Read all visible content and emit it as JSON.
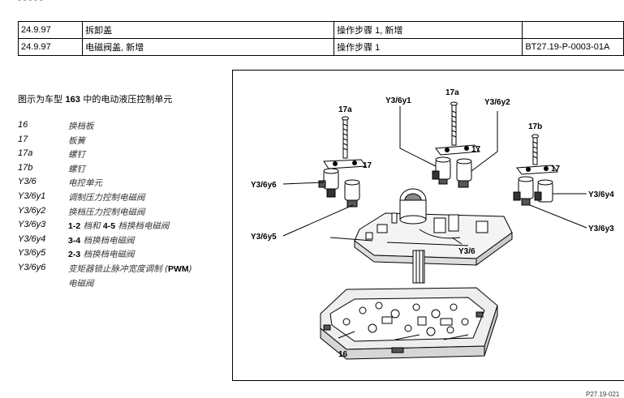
{
  "revisions": [
    {
      "date": "24.9.97",
      "item": "拆卸盖",
      "action": "操作步骤 1, 新增",
      "ref": ""
    },
    {
      "date": "24.9.97",
      "item": "电磁阀盖, 新增",
      "action": "操作步骤 1",
      "ref": "BT27.19-P-0003-01A"
    }
  ],
  "caption": {
    "prefix": "图示为车型 ",
    "model": "163",
    "suffix": " 中的电动液压控制单元"
  },
  "legend": [
    {
      "code": "16",
      "pre": "",
      "bold": "",
      "mid": "",
      "bold2": "",
      "post": "换档板"
    },
    {
      "code": "17",
      "pre": "",
      "bold": "",
      "mid": "",
      "bold2": "",
      "post": "板簧"
    },
    {
      "code": "17a",
      "pre": "",
      "bold": "",
      "mid": "",
      "bold2": "",
      "post": "螺钉"
    },
    {
      "code": "17b",
      "pre": "",
      "bold": "",
      "mid": "",
      "bold2": "",
      "post": "螺钉"
    },
    {
      "code": "Y3/6",
      "pre": "",
      "bold": "",
      "mid": "",
      "bold2": "",
      "post": "电控单元"
    },
    {
      "code": "Y3/6y1",
      "pre": "",
      "bold": "",
      "mid": "",
      "bold2": "",
      "post": "调制压力控制电磁阀"
    },
    {
      "code": "Y3/6y2",
      "pre": "",
      "bold": "",
      "mid": "",
      "bold2": "",
      "post": "换档压力控制电磁阀"
    },
    {
      "code": "Y3/6y3",
      "pre": "",
      "bold": "1-2",
      "mid": " 档和 ",
      "bold2": "4-5",
      "post": " 档换档电磁阀"
    },
    {
      "code": "Y3/6y4",
      "pre": "",
      "bold": "3-4",
      "mid": " 档换档电磁阀",
      "bold2": "",
      "post": ""
    },
    {
      "code": "Y3/6y5",
      "pre": "",
      "bold": "2-3",
      "mid": " 档换档电磁阀",
      "bold2": "",
      "post": ""
    },
    {
      "code": "Y3/6y6",
      "pre": "变矩器锁止脉冲宽度调制 (",
      "bold": "PWM",
      "mid": ")",
      "bold2": "",
      "post": ""
    }
  ],
  "legend_extra_line": "电磁阀",
  "figure": {
    "labels": {
      "l17a_left": "17a",
      "l17a_top": "17a",
      "l17b": "17b",
      "l17_left": "17",
      "l17_mid": "17",
      "l17_right": "17",
      "y1": "Y3/6y1",
      "y2": "Y3/6y2",
      "y3": "Y3/6y3",
      "y4": "Y3/6y4",
      "y5": "Y3/6y5",
      "y6": "Y3/6y6",
      "y36": "Y3/6",
      "l16": "16"
    }
  },
  "figure_id": "P27.19-021"
}
